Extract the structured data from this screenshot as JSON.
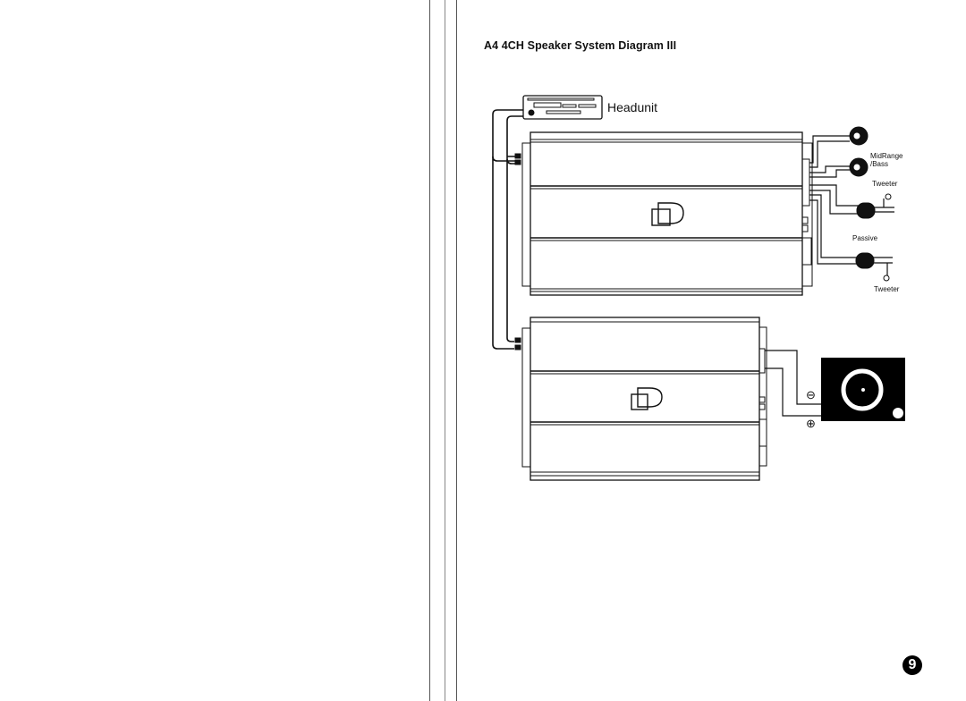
{
  "title": "A4 4CH Speaker System Diagram III",
  "labels": {
    "headunit": "Headunit",
    "midrange": "MidRange",
    "bass": "/Bass",
    "tweeter_top": "Tweeter",
    "passive": "Passive",
    "tweeter_bottom": "Tweeter",
    "minus": "⊖",
    "plus": "⊕"
  },
  "page_number": "9"
}
